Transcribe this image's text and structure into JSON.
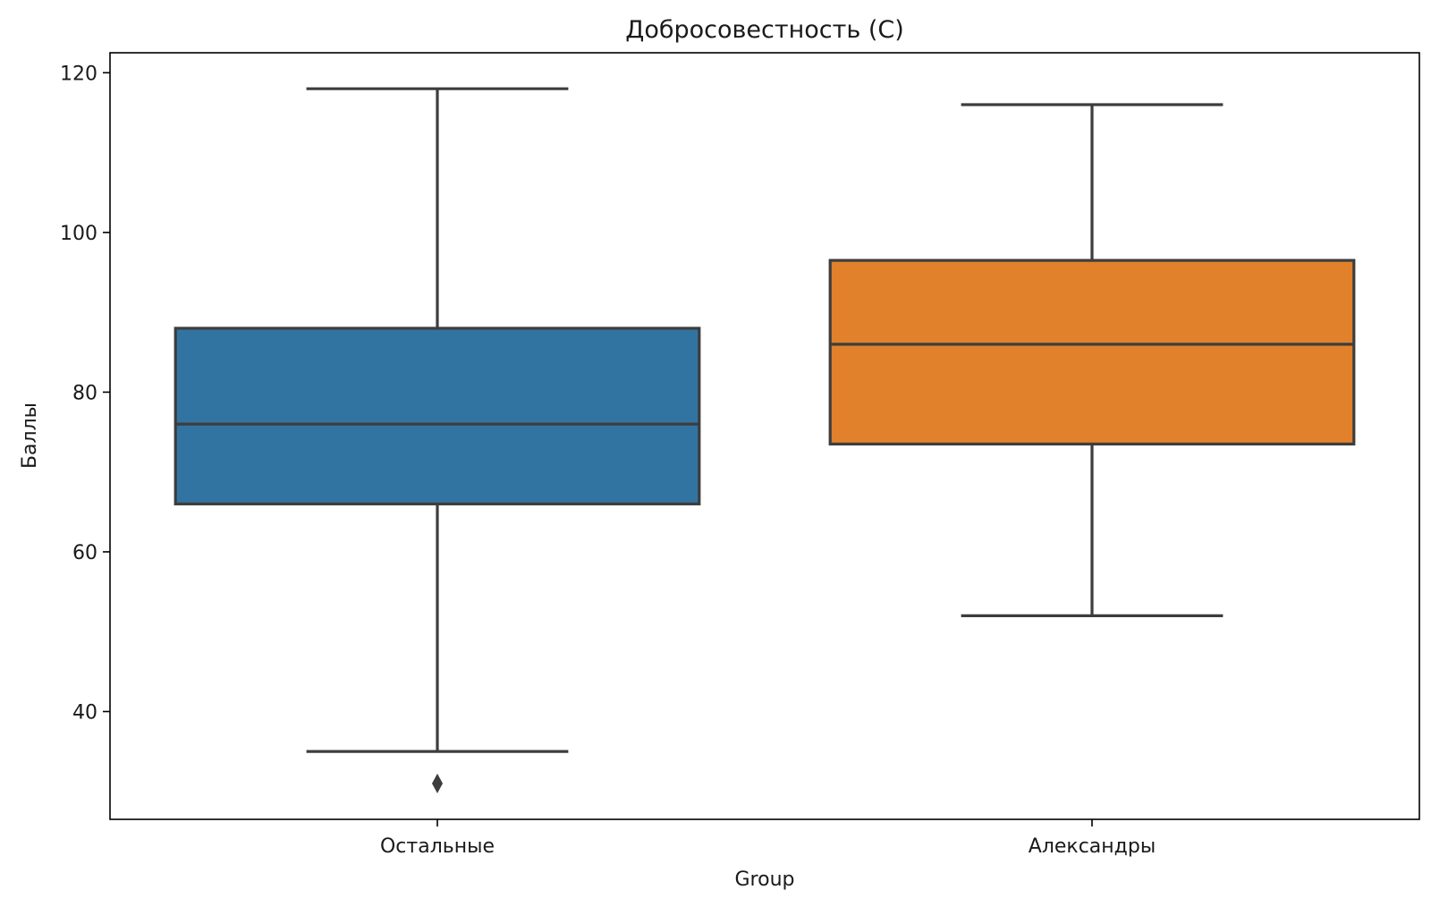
{
  "chart_data": {
    "type": "box",
    "title": "Добросовестность (C)",
    "xlabel": "Group",
    "ylabel": "Баллы",
    "ylim": [
      26.5,
      122.5
    ],
    "yticks": [
      40,
      60,
      80,
      100,
      120
    ],
    "grid": false,
    "categories": [
      "Остальные",
      "Александры"
    ],
    "boxes": [
      {
        "category": "Остальные",
        "whisker_low": 35,
        "q1": 66,
        "median": 76,
        "q3": 88,
        "whisker_high": 118,
        "outliers": [
          31
        ]
      },
      {
        "category": "Александры",
        "whisker_low": 52,
        "q1": 73.5,
        "median": 86,
        "q3": 96.5,
        "whisker_high": 116,
        "outliers": []
      }
    ],
    "colors": {
      "Остальные": "#3274a1",
      "Александры": "#e1812c",
      "lines": "#3d3d3d",
      "axes": "#000000"
    }
  }
}
